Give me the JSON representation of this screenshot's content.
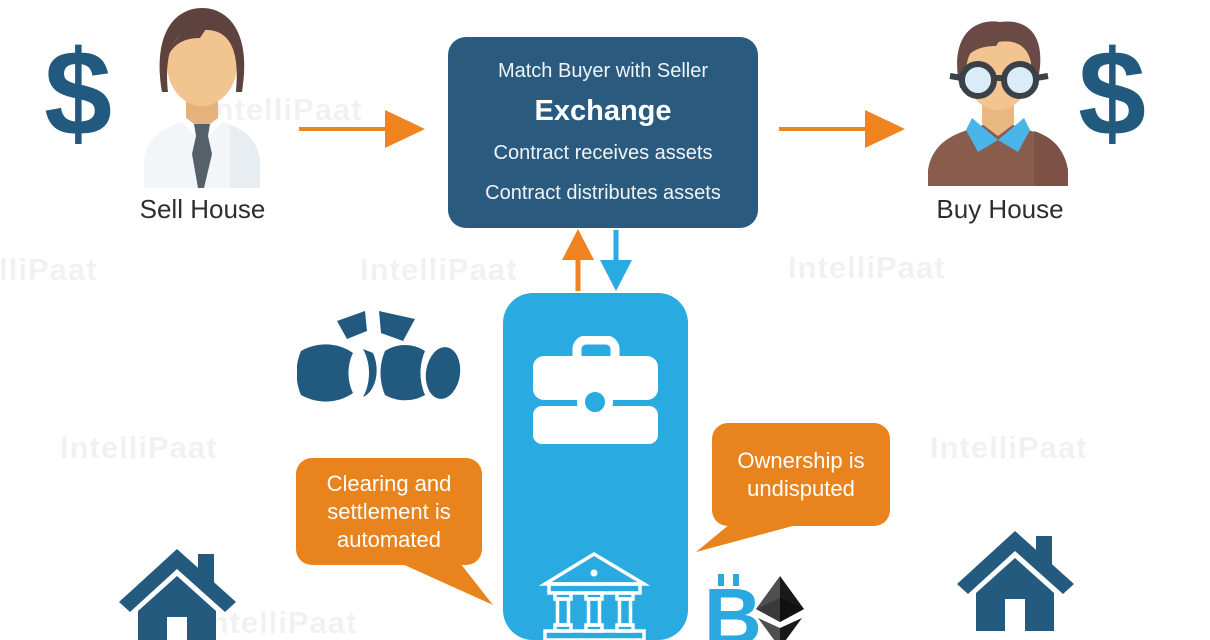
{
  "watermark": {
    "text": "IntelliPaat"
  },
  "seller": {
    "currency": "$",
    "label": "Sell House"
  },
  "buyer": {
    "currency": "$",
    "label": "Buy House"
  },
  "exchange": {
    "match_line": "Match Buyer with Seller",
    "title": "Exchange",
    "receives_line": "Contract receives assets",
    "distributes_line": "Contract distributes assets"
  },
  "callouts": {
    "left": "Clearing and\nsettlement is\nautomated",
    "right": "Ownership is\nundisputed"
  },
  "crypto": {
    "bitcoin_symbol": "B"
  },
  "colors": {
    "dark_blue": "#215a7e",
    "box_blue": "#2a5a7d",
    "column_blue": "#29abe2",
    "orange": "#e8831d",
    "ethereum_dark": "#1c1c1c"
  },
  "icons": {
    "seller_money": "dollar-icon",
    "buyer_money": "dollar-icon",
    "flow_left": "arrow-right-icon",
    "flow_right": "arrow-right-icon",
    "to_contract": "arrow-up-icon",
    "from_contract": "arrow-down-icon",
    "deed": "scroll-deed-icon",
    "escrow": "briefcase-icon",
    "registry": "bank-icon",
    "bitcoin": "bitcoin-icon",
    "ethereum": "ethereum-icon",
    "property_left": "house-icon",
    "property_right": "house-icon"
  }
}
